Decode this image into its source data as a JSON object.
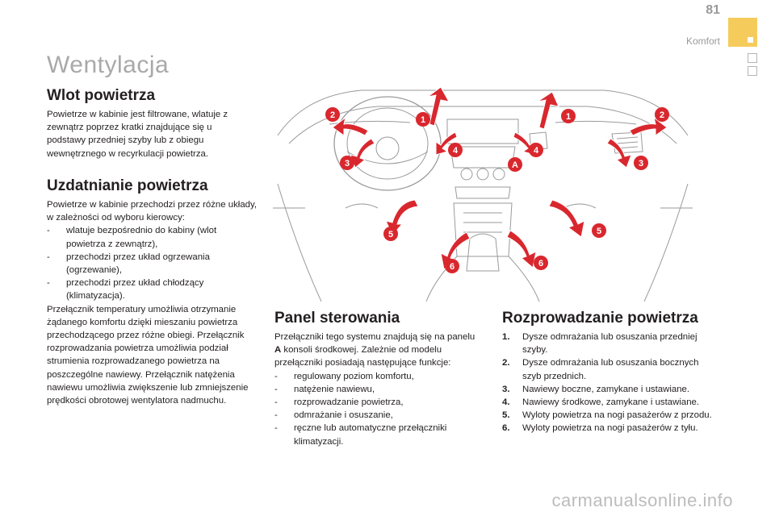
{
  "header": {
    "page_number": "81",
    "section": "Komfort"
  },
  "chapter_title": "Wentylacja",
  "wlot": {
    "title": "Wlot powietrza",
    "text": "Powietrze w kabinie jest filtrowane, wlatuje z zewnątrz poprzez kratki znajdujące się u podstawy przedniej szyby lub z obiegu wewnętrznego w recyrkulacji powietrza."
  },
  "uzdatnianie": {
    "title": "Uzdatnianie powietrza",
    "intro": "Powietrze w kabinie przechodzi przez różne układy, w zależności od wyboru kierowcy:",
    "items": [
      "wlatuje bezpośrednio do kabiny (wlot powietrza z zewnątrz),",
      "przechodzi przez układ ogrzewania (ogrzewanie),",
      "przechodzi przez układ chłodzący (klimatyzacja)."
    ],
    "outro": "Przełącznik temperatury umożliwia otrzymanie żądanego komfortu dzięki mieszaniu powietrza przechodzącego przez różne obiegi. Przełącznik rozprowadzania powietrza umożliwia podział strumienia rozprowadzanego powietrza na poszczególne nawiewy. Przełącznik natężenia nawiewu umożliwia zwiększenie lub zmniejszenie prędkości obrotowej wentylatora nadmuchu."
  },
  "panel": {
    "title": "Panel sterowania",
    "intro_before": "Przełączniki tego systemu znajdują się na panelu ",
    "intro_bold": "A",
    "intro_after": " konsoli środkowej. Zależnie od modelu przełączniki posiadają następujące funkcje:",
    "items": [
      "regulowany poziom komfortu,",
      "natężenie nawiewu,",
      "rozprowadzanie powietrza,",
      "odmrażanie i osuszanie,",
      "ręczne lub automatyczne przełączniki klimatyzacji."
    ]
  },
  "rozprowadzanie": {
    "title": "Rozprowadzanie powietrza",
    "items": [
      {
        "num": "1.",
        "text": "Dysze odmrażania lub osuszania przedniej szyby."
      },
      {
        "num": "2.",
        "text": "Dysze odmrażania lub osuszania bocznych szyb przednich."
      },
      {
        "num": "3.",
        "text": "Nawiewy boczne, zamykane i ustawiane."
      },
      {
        "num": "4.",
        "text": "Nawiewy środkowe, zamykane i ustawiane."
      },
      {
        "num": "5.",
        "text": "Wyloty powietrza na nogi pasażerów z przodu."
      },
      {
        "num": "6.",
        "text": "Wyloty powietrza na nogi pasażerów z tyłu."
      }
    ]
  },
  "diagram": {
    "badges": [
      "1",
      "1",
      "2",
      "2",
      "3",
      "3",
      "4",
      "4",
      "5",
      "5",
      "6",
      "6",
      "A"
    ],
    "badge_color": "#d9272e",
    "arrow_color": "#d9272e"
  },
  "watermark": "carmanualsonline.info",
  "colors": {
    "accent_tab": "#f5cc5c",
    "heading_grey": "#a9a9a9"
  }
}
